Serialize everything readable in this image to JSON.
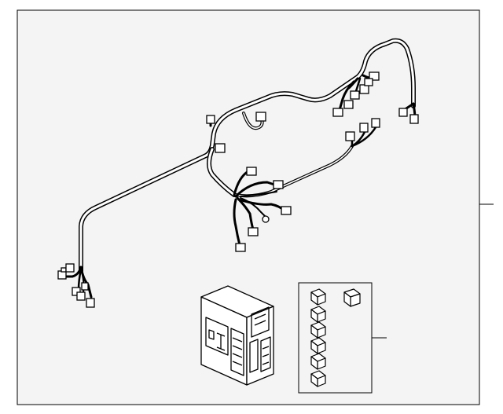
{
  "diagram": {
    "colors": {
      "panel_fill": "#f4f4f4",
      "line": "#000000",
      "part_fill": "#ffffff"
    },
    "parts": [
      {
        "name": "wiring-harness",
        "callout": ""
      },
      {
        "name": "junction-box",
        "callout": ""
      },
      {
        "name": "fuse-kit",
        "callout": ""
      }
    ]
  }
}
